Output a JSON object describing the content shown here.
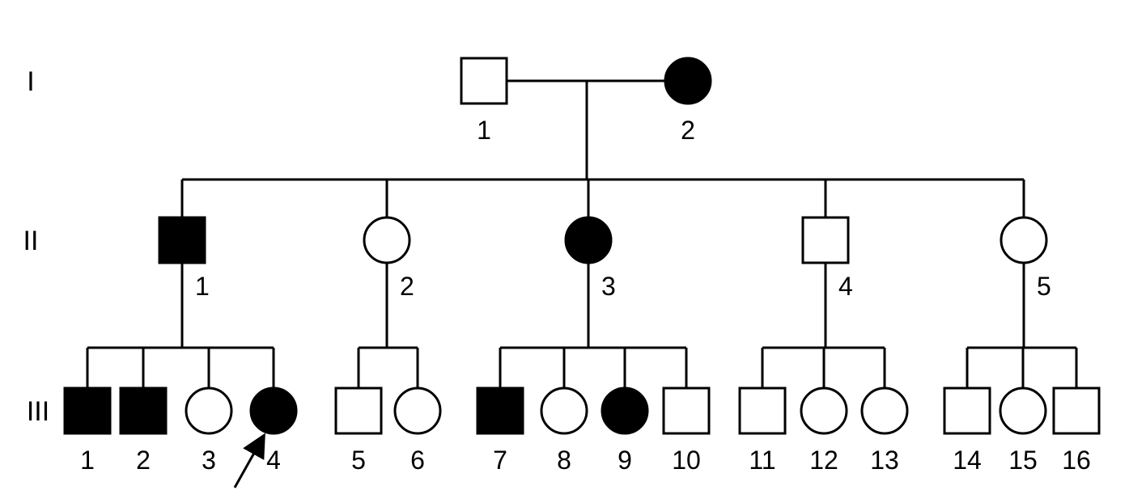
{
  "generations": [
    {
      "id": "I",
      "label": "I",
      "members": [
        {
          "number": "1",
          "sex": "male",
          "affected": false
        },
        {
          "number": "2",
          "sex": "female",
          "affected": true
        }
      ]
    },
    {
      "id": "II",
      "label": "II",
      "members": [
        {
          "number": "1",
          "sex": "male",
          "affected": true
        },
        {
          "number": "2",
          "sex": "female",
          "affected": false
        },
        {
          "number": "3",
          "sex": "female",
          "affected": true
        },
        {
          "number": "4",
          "sex": "male",
          "affected": false
        },
        {
          "number": "5",
          "sex": "female",
          "affected": false
        }
      ]
    },
    {
      "id": "III",
      "label": "III",
      "members": [
        {
          "number": "1",
          "sex": "male",
          "affected": true
        },
        {
          "number": "2",
          "sex": "male",
          "affected": true
        },
        {
          "number": "3",
          "sex": "female",
          "affected": false
        },
        {
          "number": "4",
          "sex": "female",
          "affected": true,
          "proband": true
        },
        {
          "number": "5",
          "sex": "male",
          "affected": false
        },
        {
          "number": "6",
          "sex": "female",
          "affected": false
        },
        {
          "number": "7",
          "sex": "male",
          "affected": true
        },
        {
          "number": "8",
          "sex": "female",
          "affected": false
        },
        {
          "number": "9",
          "sex": "female",
          "affected": true
        },
        {
          "number": "10",
          "sex": "male",
          "affected": false
        },
        {
          "number": "11",
          "sex": "male",
          "affected": false
        },
        {
          "number": "12",
          "sex": "female",
          "affected": false
        },
        {
          "number": "13",
          "sex": "female",
          "affected": false
        },
        {
          "number": "14",
          "sex": "male",
          "affected": false
        },
        {
          "number": "15",
          "sex": "female",
          "affected": false
        },
        {
          "number": "16",
          "sex": "male",
          "affected": false
        }
      ]
    }
  ],
  "families": [
    {
      "parents": [
        "I-1",
        "I-2"
      ],
      "children": [
        "II-1",
        "II-2",
        "II-3",
        "II-4",
        "II-5"
      ]
    },
    {
      "parents": [
        "II-1"
      ],
      "children": [
        "III-1",
        "III-2",
        "III-3",
        "III-4"
      ]
    },
    {
      "parents": [
        "II-2"
      ],
      "children": [
        "III-5",
        "III-6"
      ]
    },
    {
      "parents": [
        "II-3"
      ],
      "children": [
        "III-7",
        "III-8",
        "III-9",
        "III-10"
      ]
    },
    {
      "parents": [
        "II-4"
      ],
      "children": [
        "III-11",
        "III-12",
        "III-13"
      ]
    },
    {
      "parents": [
        "II-5"
      ],
      "children": [
        "III-14",
        "III-15",
        "III-16"
      ]
    }
  ],
  "colors": {
    "affected": "#000000",
    "unaffected": "#ffffff",
    "line": "#000000"
  },
  "proband_marker": "arrow"
}
